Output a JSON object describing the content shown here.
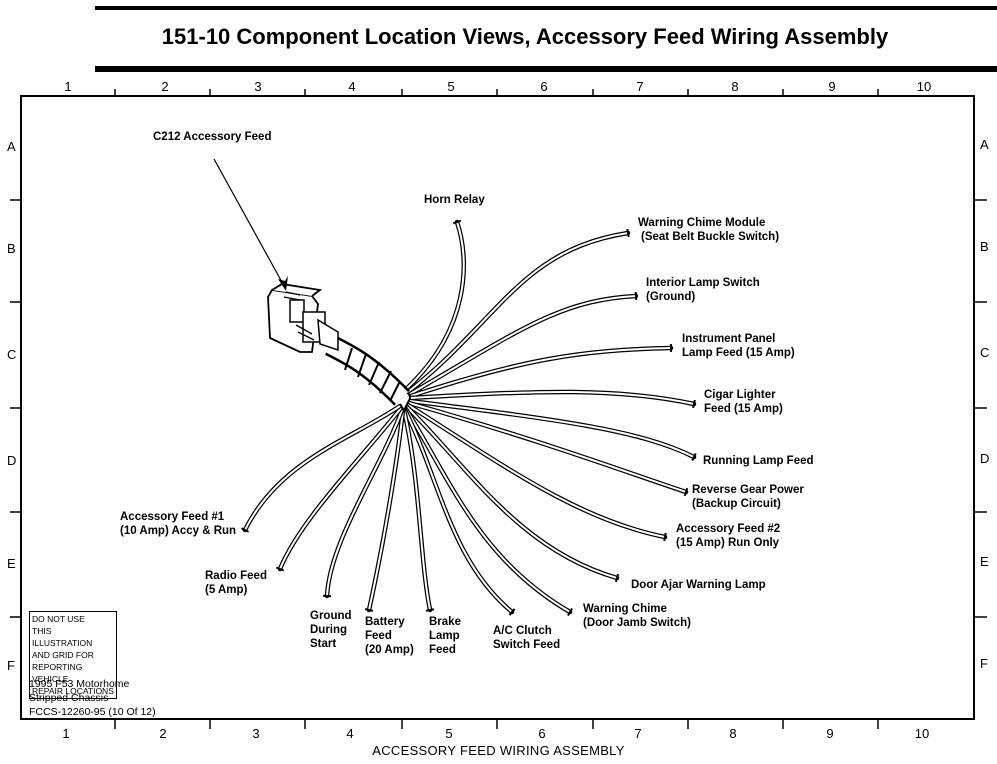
{
  "title": "151-10 Component Location Views, Accessory Feed Wiring Assembly",
  "grid": {
    "columns": [
      "1",
      "2",
      "3",
      "4",
      "5",
      "6",
      "7",
      "8",
      "9",
      "10"
    ],
    "rows": [
      "A",
      "B",
      "C",
      "D",
      "E",
      "F"
    ]
  },
  "connector": "C212 Accessory Feed",
  "branches": [
    {
      "name": "horn-relay",
      "lines": [
        "Horn Relay"
      ]
    },
    {
      "name": "warning-chime-module",
      "lines": [
        "Warning Chime Module",
        "(Seat Belt Buckle Switch)"
      ]
    },
    {
      "name": "interior-lamp-switch",
      "lines": [
        "Interior Lamp Switch",
        "(Ground)"
      ]
    },
    {
      "name": "instrument-panel-lamp-feed",
      "lines": [
        "Instrument Panel",
        "Lamp Feed (15 Amp)"
      ]
    },
    {
      "name": "cigar-lighter-feed",
      "lines": [
        "Cigar Lighter",
        "Feed (15 Amp)"
      ]
    },
    {
      "name": "running-lamp-feed",
      "lines": [
        "Running Lamp Feed"
      ]
    },
    {
      "name": "reverse-gear-power",
      "lines": [
        "Reverse Gear Power",
        "(Backup Circuit)"
      ]
    },
    {
      "name": "accessory-feed-2",
      "lines": [
        "Accessory Feed #2",
        "(15 Amp) Run Only"
      ]
    },
    {
      "name": "door-ajar-warning-lamp",
      "lines": [
        "Door Ajar Warning Lamp"
      ]
    },
    {
      "name": "warning-chime-door-jamb",
      "lines": [
        "Warning Chime",
        "(Door Jamb Switch)"
      ]
    },
    {
      "name": "ac-clutch-switch-feed",
      "lines": [
        "A/C Clutch",
        "Switch Feed"
      ]
    },
    {
      "name": "brake-lamp-feed",
      "lines": [
        "Brake",
        "Lamp",
        "Feed"
      ]
    },
    {
      "name": "battery-feed",
      "lines": [
        "Battery",
        "Feed",
        "(20 Amp)"
      ]
    },
    {
      "name": "ground-during-start",
      "lines": [
        "Ground",
        "During",
        "Start"
      ]
    },
    {
      "name": "radio-feed",
      "lines": [
        "Radio Feed",
        "(5 Amp)"
      ]
    },
    {
      "name": "accessory-feed-1",
      "lines": [
        "Accessory Feed #1",
        "(10 Amp) Accy & Run"
      ]
    }
  ],
  "disclaimer": [
    "DO NOT USE",
    "THIS ILLUSTRATION",
    "AND GRID FOR",
    "REPORTING VEHICLE",
    "REPAIR LOCATIONS"
  ],
  "vehicle_info": [
    "1995 F53 Motorhome",
    "Stripped Chassis",
    "FCCS-12260-95 (10 Of 12)"
  ],
  "caption": "ACCESSORY FEED WIRING ASSEMBLY"
}
